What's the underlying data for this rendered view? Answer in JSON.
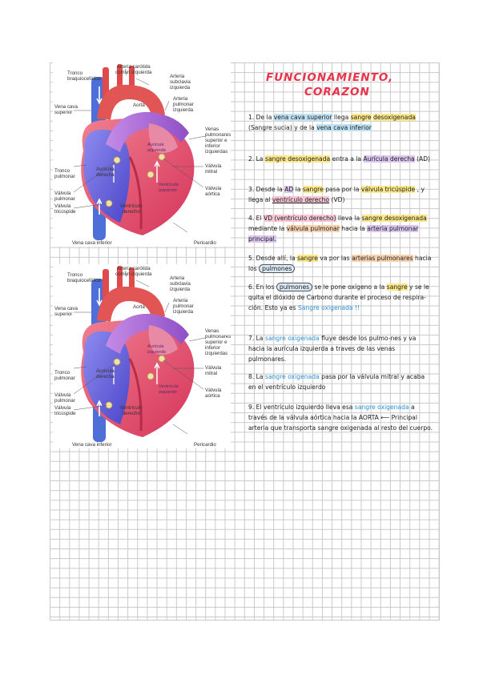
{
  "title": {
    "line1": "FUNCIONAMIENTO,",
    "line2": "CORAZON"
  },
  "diagram_labels": {
    "tronco_braquiocefalico": "Tronco\nbraquiocefálico",
    "arteria_carotida": "Arteria carótida\ncomún izquierda",
    "arteria_subclavia": "Arteria\nsubclavia\nizquierda",
    "aorta": "Aorta",
    "arteria_pulmonar": "Arteria\npulmonar\nizquierda",
    "vena_cava_superior": "Vena cava\nsuperior",
    "venas_pulmonares": "Venas\npulmonares\nsuperior e\ninferior\nizquierdas",
    "auricula_izquierda": "Aurícula\nizquierda",
    "tronco_pulmonar": "Tronco\npulmonar",
    "auricula_derecha": "Aurícula\nderecha",
    "valvula_mitral": "Válvula\nmitral",
    "valvula_pulmonar": "Válvula\npulmonar",
    "valvula_aortica": "Válvula\naórtica",
    "ventriculo_izquierdo": "Ventrículo\nizquierdo",
    "valvula_tricuspide": "Válvula\ntricúspide",
    "ventriculo_derecho": "Ventrículo\nderecho",
    "vena_cava_inferior": "Vena cava inferior",
    "pericardio": "Pericardio"
  },
  "colors": {
    "title": "#e8334a",
    "highlight_yellow": "#fbe88a",
    "highlight_blue": "#bfe3f5",
    "highlight_pink": "#f7c7d6",
    "highlight_purple": "#dcc6ef",
    "text_blue": "#2d8fd6"
  },
  "steps": {
    "s1": {
      "num": "1.",
      "a": "De la",
      "b": "vena cava superior",
      "c": "llega",
      "d": "sangre",
      "e": "desoxigenada",
      "f": "(Sangre sucia) y de la",
      "g": "vena cava inferior"
    },
    "s2": {
      "num": "2.",
      "a": "La",
      "b": "sangre desoxigenada",
      "c": "entra a la",
      "d": "Aurícula derecha",
      "e": "(AD)"
    },
    "s3": {
      "num": "3.",
      "a": "Desde la",
      "b": "AD",
      "c": "la",
      "d": "sangre",
      "e": "pasa por la",
      "f": "válvula tricúspide",
      "g": ", y llega al",
      "h": "ventrículo derecho",
      "i": "(VD)"
    },
    "s4": {
      "num": "4.",
      "a": "El",
      "b": "VD (ventrículo derecho)",
      "c": "lleva la",
      "d": "sangre desoxigenada",
      "e": "mediante la",
      "f": "válvula pulmonar",
      "g": "hacia la",
      "h": "arteria pulmonar principal."
    },
    "s5": {
      "num": "5.",
      "a": "Desde allí, la",
      "b": "sangre",
      "c": "va por las",
      "d": "arterias pulmonares",
      "e": "hacia los",
      "f": "pulmones"
    },
    "s6": {
      "num": "6.",
      "a": "En los",
      "b": "pulmones",
      "c": "se le pone oxígeno a la",
      "d": "sangre",
      "e": "y se le quita el dióxido de Carbono durante el proceso de respira-ción. Esto ya es",
      "f": "Sangre oxigenada !!"
    },
    "s7": {
      "num": "7.",
      "a": "La",
      "b": "sangre oxigenada",
      "c": "fluye desde los pulmo-nes y va hacia la aurícula izquierda a traves de las venas pulmonares."
    },
    "s8": {
      "num": "8.",
      "a": "La",
      "b": "sangre oxigenada",
      "c": "pasa por la válvula mitral y acaba en el ventrículo izquierdo"
    },
    "s9": {
      "num": "9.",
      "a": "El ventrículo izquierdo lleva esa",
      "b": "sangre oxigenada",
      "c": "a través de la válvula aórtica hacia la AORTA ⟵ Principal arteria que transporta sangre oxigenada al resto del cuerpo."
    }
  }
}
